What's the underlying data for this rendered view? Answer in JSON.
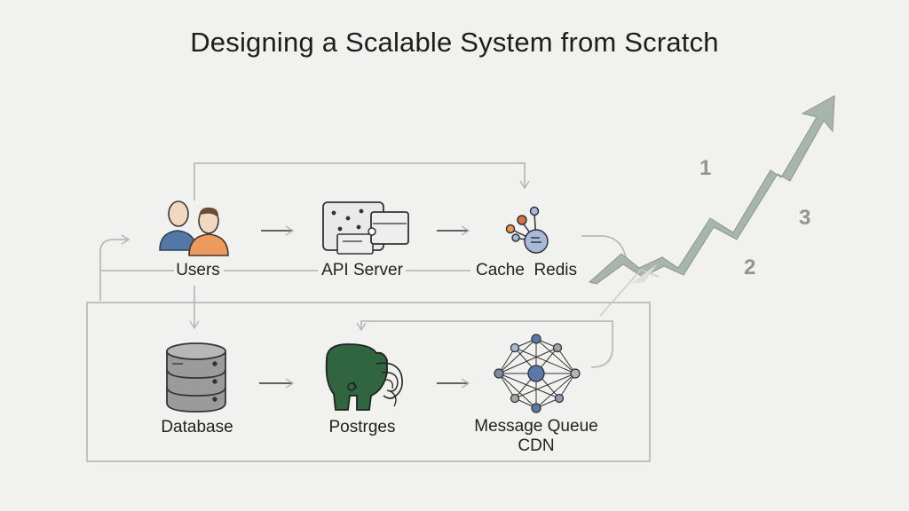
{
  "title": "Designing a Scalable System from Scratch",
  "nodes": {
    "users": "Users",
    "api_server": "API Server",
    "cache_redis": "Cache  Redis",
    "database": "Database",
    "postgres": "Postrges",
    "message_queue": "Message Queue",
    "cdn": "CDN"
  },
  "steps": [
    "1",
    "2",
    "3"
  ],
  "colors": {
    "background": "#f1f1f0",
    "line": "#b9bcbc",
    "arrow": "#333333",
    "users_blue": "#5278a6",
    "users_orange": "#ec9b5f",
    "postgres_green": "#2f6640",
    "trend_green": "#a8b5ac"
  },
  "icons": [
    "users-icon",
    "api-server-icon",
    "cache-redis-icon",
    "database-icon",
    "postgres-elephant-icon",
    "message-queue-network-icon",
    "trend-arrow-icon"
  ]
}
